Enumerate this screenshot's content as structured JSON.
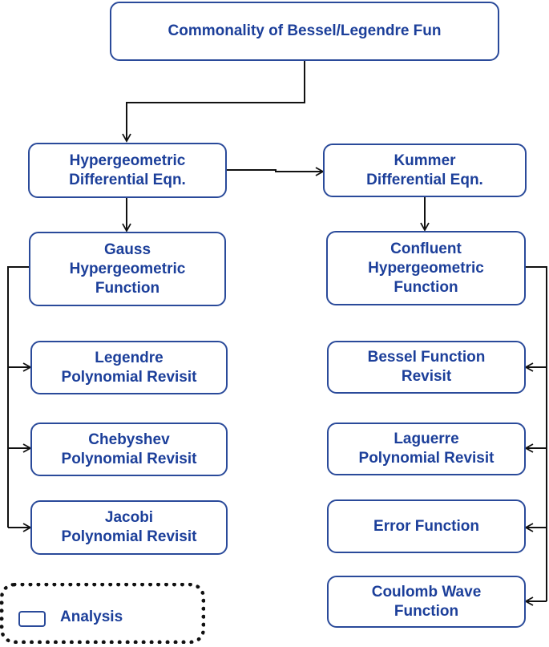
{
  "nodes": {
    "root": "Commonality of Bessel/Legendre Fun",
    "hypergeometric_eqn": "Hypergeometric\nDifferential Eqn.",
    "kummer_eqn": "Kummer\nDifferential Eqn.",
    "gauss_function": "Gauss\nHypergeometric\nFunction",
    "confluent_function": "Confluent\nHypergeometric\nFunction",
    "legendre": "Legendre\nPolynomial Revisit",
    "chebyshev": "Chebyshev\nPolynomial Revisit",
    "jacobi": "Jacobi\nPolynomial Revisit",
    "bessel": "Bessel Function\nRevisit",
    "laguerre": "Laguerre\nPolynomial Revisit",
    "error_function": "Error Function",
    "coulomb": "Coulomb Wave\nFunction"
  },
  "legend": {
    "label": "Analysis"
  },
  "colors": {
    "box_border": "#2a4a9a",
    "text": "#1c3f9a",
    "connector": "#111111"
  }
}
